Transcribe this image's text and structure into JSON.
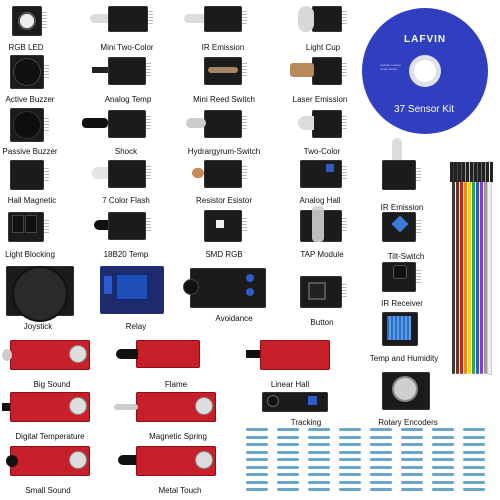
{
  "cd": {
    "brand": "LAFVIN",
    "small_text": "Include: Lesson Code Library",
    "title": "37 Sensor Kit",
    "color": "#2f3fbf"
  },
  "labels": {
    "rgb_led": "RGB LED",
    "mini_two_color": "Mini Two-Color",
    "ir_emission_1": "IR Emission",
    "light_cup": "Light Cup",
    "active_buzzer": "Active Buzzer",
    "analog_temp": "Analog Temp",
    "mini_reed_switch": "Mini Reed Switch",
    "laser_emission": "Laser Emission",
    "passive_buzzer": "Passive Buzzer",
    "shock": "Shock",
    "hydrargyrum_switch": "Hydrargyrum-Switch",
    "two_color": "Two-Color",
    "hall_magnetic": "Hall Magnetic",
    "seven_color_flash": "7 Color Flash",
    "resistor_esistor": "Resistor Esistor",
    "analog_hall": "Analog Hall",
    "ir_emission_2": "IR Emission",
    "light_blocking": "Light Blocking",
    "temp_18b20": "18B20 Temp",
    "smd_rgb": "SMD RGB",
    "tap_module": "TAP Module",
    "tilt_switch": "Tilt-Switch",
    "joystick": "Joystick",
    "relay": "Relay",
    "avoidance": "Avoidance",
    "button": "Button",
    "ir_receiver": "IR Receiver",
    "temp_humidity": "Temp and Humidity",
    "big_sound": "Big Sound",
    "flame": "Flame",
    "linear_hall": "Linear Hall",
    "tracking": "Tracking",
    "rotary_encoders": "Rotary Encoders",
    "digital_temperature": "Digital Temperature",
    "magnetic_spring": "Magnetic Spring",
    "small_sound": "Small Sound",
    "metal_touch": "Metal Touch"
  }
}
